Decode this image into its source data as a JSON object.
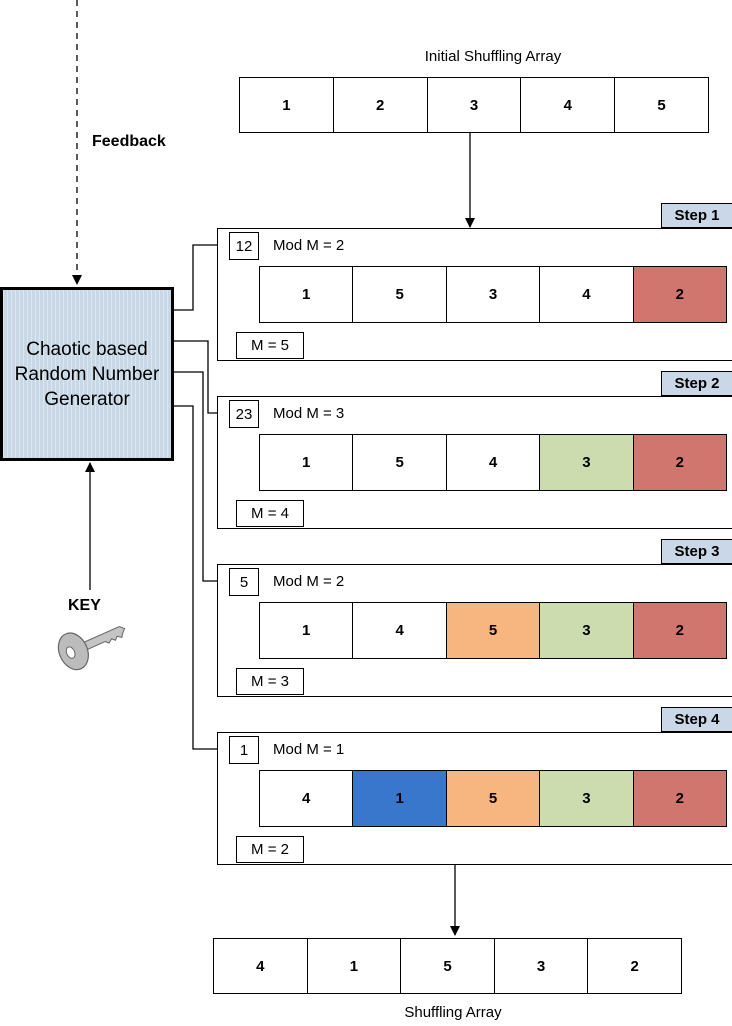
{
  "generator": {
    "label": "Chaotic based Random Number Generator"
  },
  "feedback_label": "Feedback",
  "key_label": "KEY",
  "initial_array": {
    "caption": "Initial Shuffling Array",
    "cells": [
      "1",
      "2",
      "3",
      "4",
      "5"
    ]
  },
  "final_array": {
    "caption": "Shuffling Array",
    "cells": [
      "4",
      "1",
      "5",
      "3",
      "2"
    ]
  },
  "colors": {
    "red": "#d0766f",
    "green": "#cddcae",
    "orange": "#f7b580",
    "blue": "#3977cc",
    "step_tag": "#c9d7e6",
    "generator": "#c9d8e6"
  },
  "steps": [
    {
      "tag": "Step 1",
      "number": "12",
      "mod": "Mod M = 2",
      "m": "M = 5",
      "cells": [
        {
          "v": "1",
          "c": "#ffffff"
        },
        {
          "v": "5",
          "c": "#ffffff"
        },
        {
          "v": "3",
          "c": "#ffffff"
        },
        {
          "v": "4",
          "c": "#ffffff"
        },
        {
          "v": "2",
          "c": "#d0766f"
        }
      ]
    },
    {
      "tag": "Step 2",
      "number": "23",
      "mod": "Mod M = 3",
      "m": "M = 4",
      "cells": [
        {
          "v": "1",
          "c": "#ffffff"
        },
        {
          "v": "5",
          "c": "#ffffff"
        },
        {
          "v": "4",
          "c": "#ffffff"
        },
        {
          "v": "3",
          "c": "#cddcae"
        },
        {
          "v": "2",
          "c": "#d0766f"
        }
      ]
    },
    {
      "tag": "Step 3",
      "number": "5",
      "mod": "Mod M = 2",
      "m": "M = 3",
      "cells": [
        {
          "v": "1",
          "c": "#ffffff"
        },
        {
          "v": "4",
          "c": "#ffffff"
        },
        {
          "v": "5",
          "c": "#f7b580"
        },
        {
          "v": "3",
          "c": "#cddcae"
        },
        {
          "v": "2",
          "c": "#d0766f"
        }
      ]
    },
    {
      "tag": "Step 4",
      "number": "1",
      "mod": "Mod M = 1",
      "m": "M = 2",
      "cells": [
        {
          "v": "4",
          "c": "#ffffff"
        },
        {
          "v": "1",
          "c": "#3977cc"
        },
        {
          "v": "5",
          "c": "#f7b580"
        },
        {
          "v": "3",
          "c": "#cddcae"
        },
        {
          "v": "2",
          "c": "#d0766f"
        }
      ]
    }
  ]
}
